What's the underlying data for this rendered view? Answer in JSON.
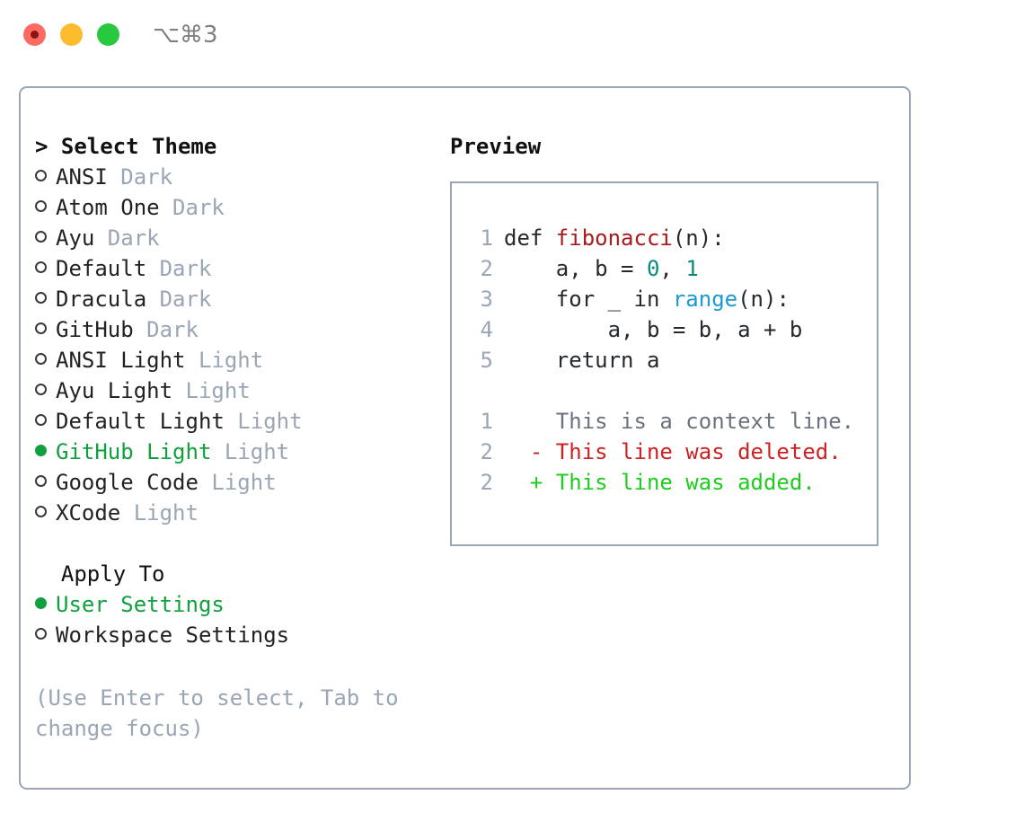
{
  "titlebar": {
    "shortcut": "⌥⌘3",
    "lights": [
      {
        "name": "close",
        "color": "#fb6b61"
      },
      {
        "name": "minimize",
        "color": "#fdbc2e"
      },
      {
        "name": "maximize",
        "color": "#28c83f"
      }
    ]
  },
  "theme_section": {
    "header": "> Select Theme",
    "options": [
      {
        "label": "ANSI",
        "kind": " Dark",
        "selected": false
      },
      {
        "label": "Atom One",
        "kind": " Dark",
        "selected": false
      },
      {
        "label": "Ayu",
        "kind": " Dark",
        "selected": false
      },
      {
        "label": "Default",
        "kind": " Dark",
        "selected": false
      },
      {
        "label": "Dracula",
        "kind": " Dark",
        "selected": false
      },
      {
        "label": "GitHub",
        "kind": " Dark",
        "selected": false
      },
      {
        "label": "ANSI Light",
        "kind": " Light",
        "selected": false
      },
      {
        "label": "Ayu Light",
        "kind": " Light",
        "selected": false
      },
      {
        "label": "Default Light",
        "kind": " Light",
        "selected": false
      },
      {
        "label": "GitHub Light",
        "kind": " Light",
        "selected": true
      },
      {
        "label": "Google Code",
        "kind": " Light",
        "selected": false
      },
      {
        "label": "XCode",
        "kind": " Light",
        "selected": false
      }
    ]
  },
  "apply_section": {
    "header": "  Apply To",
    "options": [
      {
        "label": "User Settings",
        "kind": "",
        "selected": true
      },
      {
        "label": "Workspace Settings",
        "kind": "",
        "selected": false
      }
    ]
  },
  "hint": "(Use Enter to select, Tab to change focus)",
  "preview": {
    "title": "Preview",
    "code_lines": [
      {
        "num": "1",
        "segments": [
          {
            "text": "def ",
            "style": "plain"
          },
          {
            "text": "fibonacci",
            "style": "fn"
          },
          {
            "text": "(n):",
            "style": "plain"
          }
        ]
      },
      {
        "num": "2",
        "segments": [
          {
            "text": "    a, b = ",
            "style": "plain"
          },
          {
            "text": "0",
            "style": "num"
          },
          {
            "text": ", ",
            "style": "plain"
          },
          {
            "text": "1",
            "style": "num"
          }
        ]
      },
      {
        "num": "3",
        "segments": [
          {
            "text": "    for _ in ",
            "style": "plain"
          },
          {
            "text": "range",
            "style": "call"
          },
          {
            "text": "(n):",
            "style": "plain"
          }
        ]
      },
      {
        "num": "4",
        "segments": [
          {
            "text": "        a, b = b, a + b",
            "style": "plain"
          }
        ]
      },
      {
        "num": "5",
        "segments": [
          {
            "text": "    return a",
            "style": "plain"
          }
        ]
      }
    ],
    "diff_lines": [
      {
        "num": "1",
        "marker": "  ",
        "text": "This is a context line.",
        "style": "ctx"
      },
      {
        "num": "2",
        "marker": "- ",
        "text": "This line was deleted.",
        "style": "del"
      },
      {
        "num": "2",
        "marker": "+ ",
        "text": "This line was added.",
        "style": "add"
      }
    ]
  },
  "colors": {
    "accent_green": "#12a03e",
    "muted": "#9aa5b5",
    "border": "#9aa5b5",
    "diff_add": "#1ecb1e",
    "diff_del": "#cc2222",
    "token_fn": "#a61b1b",
    "token_num": "#0c8a80",
    "token_call": "#1b9bd1"
  }
}
